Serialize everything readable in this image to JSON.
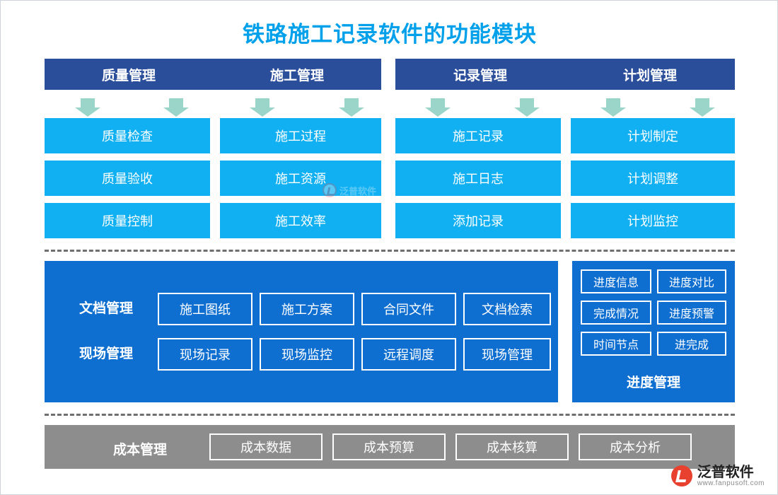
{
  "title": "铁路施工记录软件的功能模块",
  "colors": {
    "title": "#00a0ea",
    "header_bar": "#2b4e9b",
    "cell": "#11b0f2",
    "panel_blue": "#0f6fd1",
    "panel_gray": "#8d8d8d",
    "arrow": "#9bd4c8"
  },
  "header_left": {
    "titles": [
      "质量管理",
      "施工管理"
    ]
  },
  "header_right": {
    "titles": [
      "记录管理",
      "计划管理"
    ]
  },
  "columns": [
    {
      "name": "质量管理",
      "cells": [
        "质量检查",
        "质量验收",
        "质量控制"
      ]
    },
    {
      "name": "施工管理",
      "cells": [
        "施工过程",
        "施工资源",
        "施工效率"
      ]
    },
    {
      "name": "记录管理",
      "cells": [
        "施工记录",
        "施工日志",
        "添加记录"
      ]
    },
    {
      "name": "计划管理",
      "cells": [
        "计划制定",
        "计划调整",
        "计划监控"
      ]
    }
  ],
  "blue_panel": {
    "rows": [
      {
        "label": "文档管理",
        "items": [
          "施工图纸",
          "施工方案",
          "合同文件",
          "文档检索"
        ]
      },
      {
        "label": "现场管理",
        "items": [
          "现场记录",
          "现场监控",
          "远程调度",
          "现场管理"
        ]
      }
    ]
  },
  "progress_panel": {
    "items": [
      "进度信息",
      "进度对比",
      "完成情况",
      "进度预警",
      "时间节点",
      "进完成"
    ],
    "title": "进度管理"
  },
  "gray_panel": {
    "label": "成本管理",
    "items": [
      "成本数据",
      "成本预算",
      "成本核算",
      "成本分析"
    ]
  },
  "watermark": {
    "text": "泛普软件"
  },
  "logo": {
    "name": "泛普软件",
    "url": "www.fanpusoft.com"
  }
}
